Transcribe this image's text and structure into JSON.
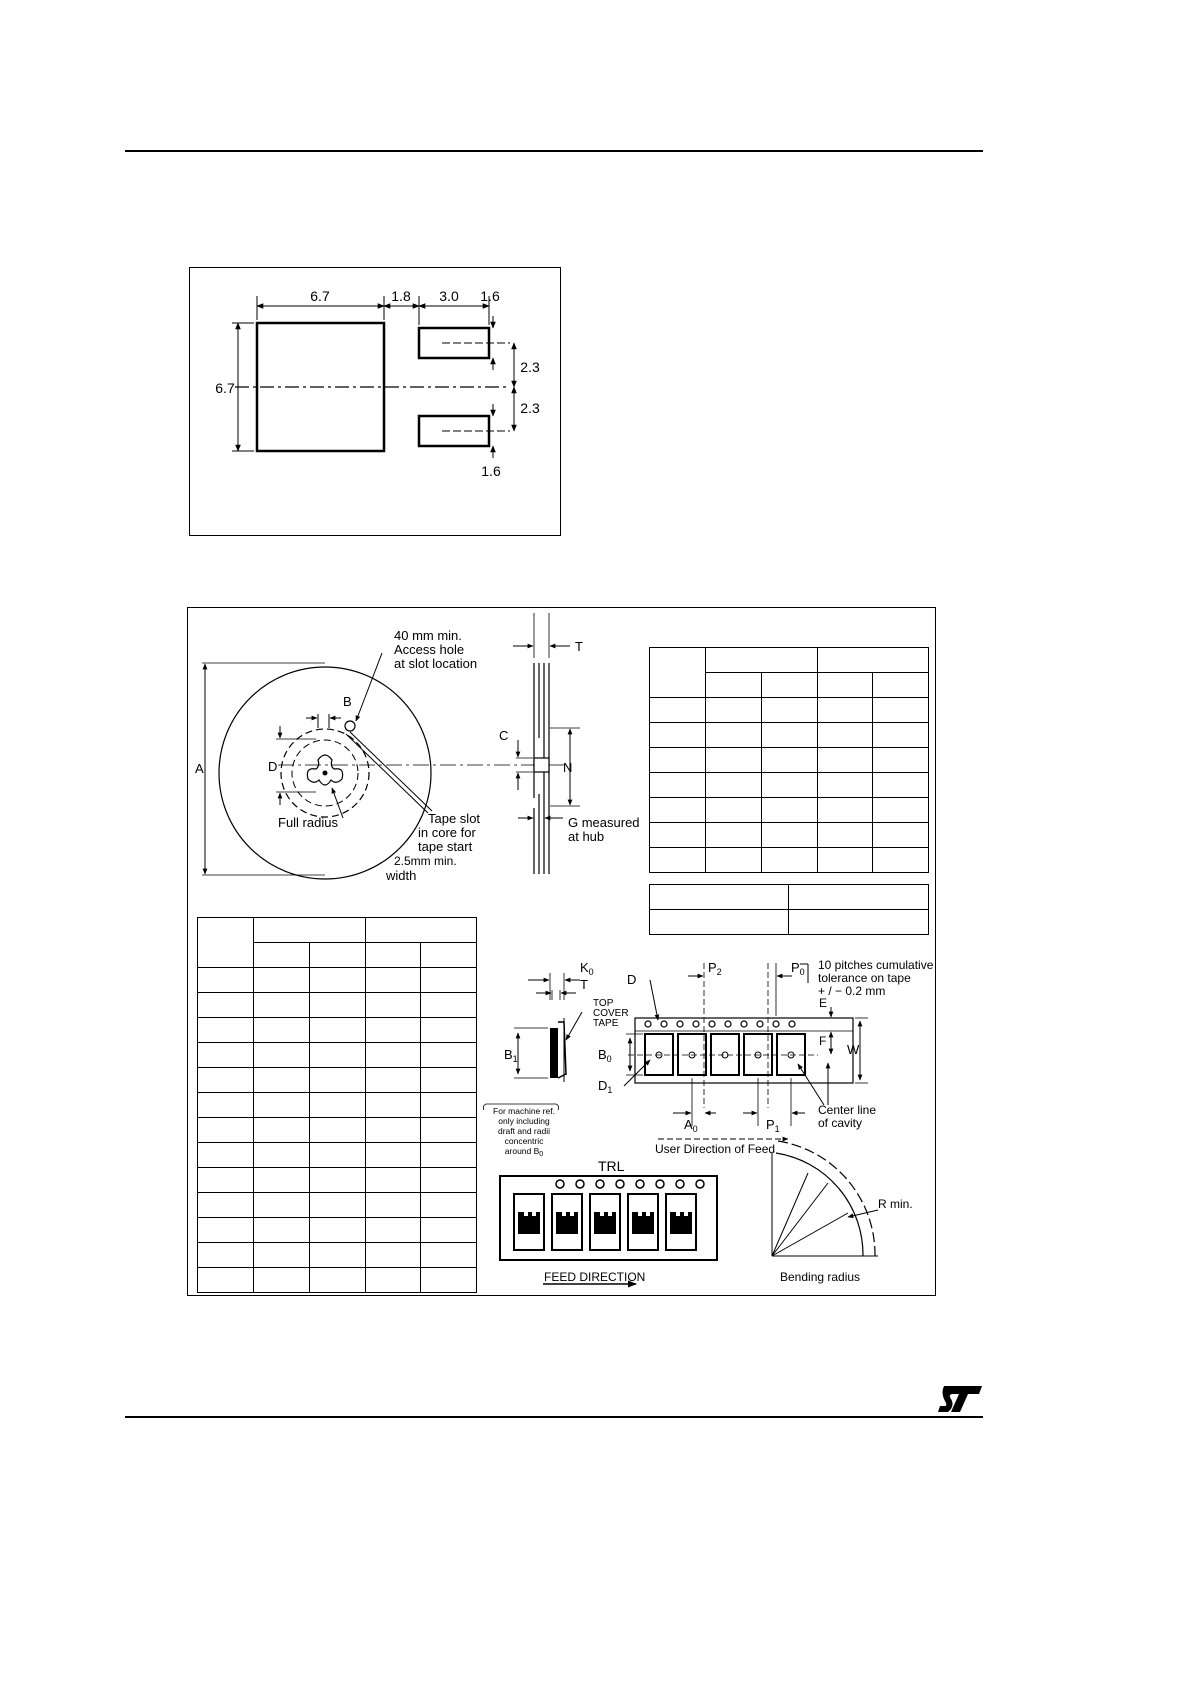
{
  "footprint": {
    "dims": {
      "top_a": "6.7",
      "top_b": "1.8",
      "top_c": "3.0",
      "top_d": "1.6",
      "left": "6.7",
      "right_upper": "2.3",
      "right_lower": "2.3",
      "bottom": "1.6"
    }
  },
  "reel": {
    "labels": {
      "access_hole_1": "40 mm min.",
      "access_hole_2": "Access hole",
      "access_hole_3": "at slot location",
      "b": "B",
      "a": "A",
      "d": "D",
      "c": "C",
      "n": "N",
      "t": "T",
      "full_radius": "Full radius",
      "tape_slot_1": "Tape slot",
      "tape_slot_2": "in core for",
      "tape_slot_3": "tape start",
      "tape_slot_4": "2.5mm min.",
      "tape_slot_5": "width",
      "g_1": "G measured",
      "g_2": "at hub"
    }
  },
  "tape": {
    "labels": {
      "k0": "K",
      "k0_sub": "0",
      "t": "T",
      "top_cover_1": "TOP",
      "top_cover_2": "COVER",
      "top_cover_3": "TAPE",
      "d": "D",
      "p2": "P",
      "p2_sub": "2",
      "p0": "P",
      "p0_sub": "0",
      "tolerance_1": "10 pitches cumulative",
      "tolerance_2": "tolerance on tape",
      "tolerance_3": "+ / − 0.2 mm",
      "e": "E",
      "f": "F",
      "w": "W",
      "b1": "B",
      "b1_sub": "1",
      "b0": "B",
      "b0_sub": "0",
      "d1": "D",
      "d1_sub": "1",
      "a0": "A",
      "a0_sub": "0",
      "p1": "P",
      "p1_sub": "1",
      "center_1": "Center line",
      "center_2": "of cavity",
      "machine_1": "For machine ref.",
      "machine_2": "only including",
      "machine_3": "draft and radii",
      "machine_4": "concentric",
      "machine_5": "around B",
      "machine_5_sub": "0",
      "user_direction": "User Direction of Feed",
      "trl": "TRL",
      "feed_direction": "FEED DIRECTION",
      "r_min": "R min.",
      "bending_radius": "Bending radius"
    }
  },
  "logo": {
    "text": "ST"
  }
}
